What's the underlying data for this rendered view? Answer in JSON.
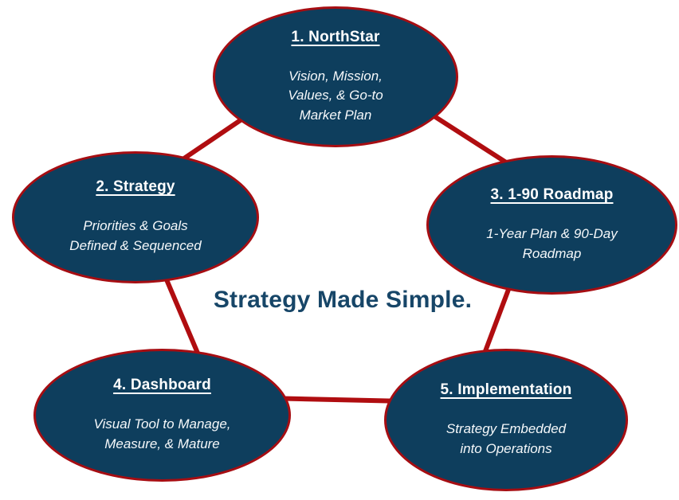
{
  "center_title": "Strategy Made Simple.",
  "colors": {
    "ellipse_fill": "#0e3e5d",
    "ellipse_border": "#a60d12",
    "connector_red": "#b00d10",
    "center_title_blue": "#174668",
    "node_text": "#ffffff"
  },
  "nodes": [
    {
      "id": "northstar",
      "title": "1. NorthStar",
      "subtitle": "Vision, Mission,\nValues, & Go-to\nMarket Plan"
    },
    {
      "id": "strategy",
      "title": "2. Strategy",
      "subtitle": "Priorities & Goals\nDefined & Sequenced"
    },
    {
      "id": "roadmap",
      "title": "3. 1-90 Roadmap",
      "subtitle": "1-Year Plan & 90-Day\nRoadmap"
    },
    {
      "id": "dashboard",
      "title": "4. Dashboard",
      "subtitle": "Visual Tool to Manage,\nMeasure, & Mature"
    },
    {
      "id": "implementation",
      "title": "5. Implementation",
      "subtitle": "Strategy Embedded\ninto Operations"
    }
  ]
}
